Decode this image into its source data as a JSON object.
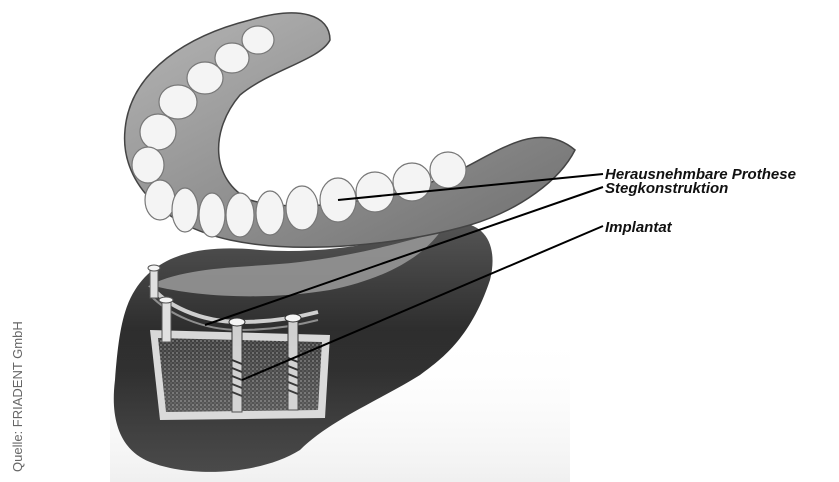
{
  "labels": [
    {
      "text": "Herausnehmbare Prothese"
    },
    {
      "text": "Stegkonstruktion"
    },
    {
      "text": "Implantat"
    }
  ],
  "source_credit": "Quelle: FRIADENT GmbH",
  "colors": {
    "background": "#ffffff",
    "jaw_dark": "#2a2a2a",
    "gum_gray": "#8a8a8a",
    "tooth_light": "#f2f2f2",
    "pointer_line": "#000000"
  }
}
